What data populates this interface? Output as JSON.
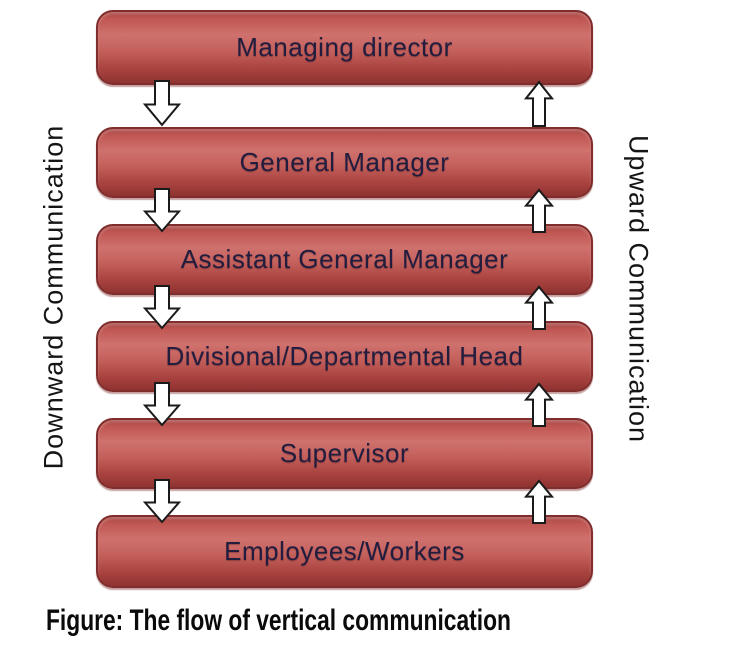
{
  "diagram": {
    "levels": [
      "Managing director",
      "General Manager",
      "Assistant General Manager",
      "Divisional/Departmental Head",
      "Supervisor",
      "Employees/Workers"
    ],
    "left_flow_label": "Downward Communication",
    "right_flow_label": "Upward Communication",
    "caption": "Figure: The flow of vertical communication",
    "colors": {
      "box_mid": "#cf716d",
      "box_low": "#a94340",
      "box_bottom": "#8f3331",
      "box_border": "#802e2d",
      "box_text": "#221d3f",
      "arrow_fill": "#ffffff",
      "arrow_stroke": "#1a1a1a",
      "caption": "#0a0a0a",
      "side_label": "#151515"
    }
  }
}
